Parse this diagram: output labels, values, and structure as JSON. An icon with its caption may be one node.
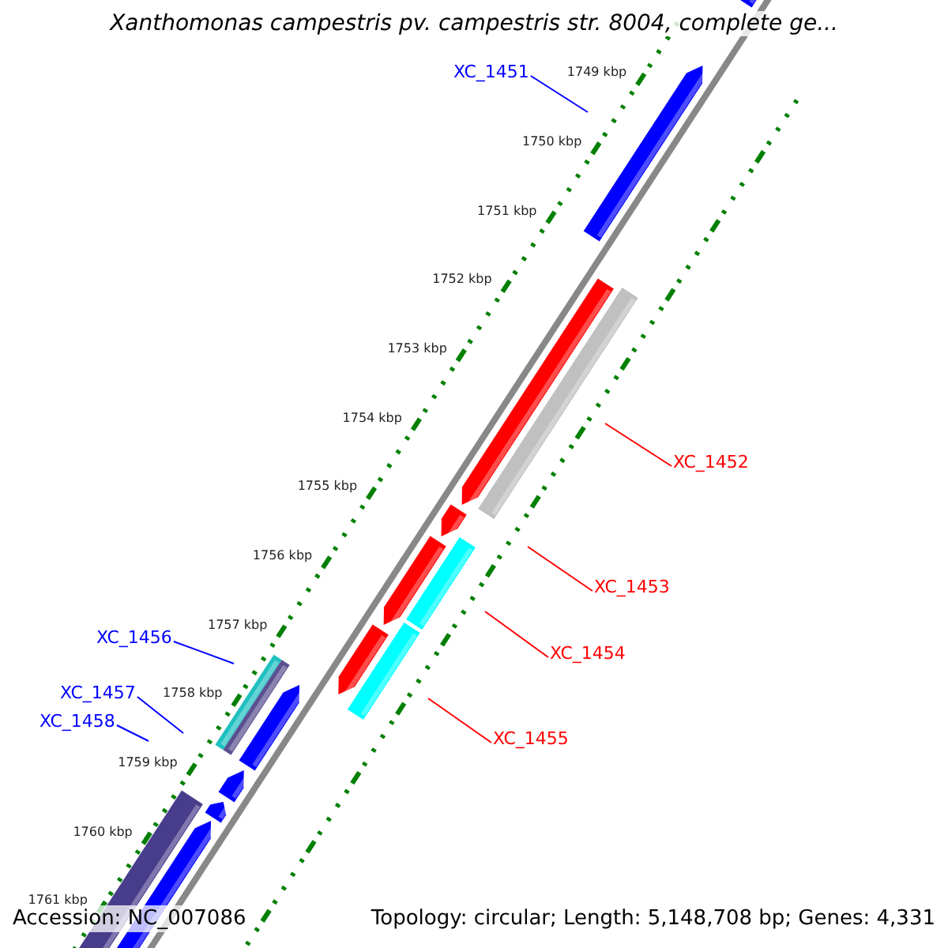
{
  "diagram": {
    "title": "Xanthomonas campestris pv. campestris str. 8004, complete ge...",
    "nodes": [
      {
        "text": [
          "XC_1451"
        ]
      },
      {
        "text": [
          "XC_1452"
        ]
      },
      {
        "text": [
          "XC_1453"
        ]
      },
      {
        "text": [
          "XC_1454"
        ]
      },
      {
        "text": [
          "XC_1455"
        ]
      },
      {
        "text": [
          "XC_1456"
        ]
      },
      {
        "text": [
          "XC_1457"
        ]
      },
      {
        "text": [
          "XC_1458"
        ]
      }
    ],
    "edges": [
      {
        "from": 0,
        "to": null,
        "arrow": "none"
      },
      {
        "from": 1,
        "to": null,
        "arrow": "none",
        "color": "#ff0000"
      },
      {
        "from": 2,
        "to": null,
        "arrow": "none",
        "color": "#ff0000"
      },
      {
        "from": 3,
        "to": null,
        "arrow": "none",
        "color": "#ff0000"
      },
      {
        "from": 4,
        "to": null,
        "arrow": "none",
        "color": "#ff0000"
      },
      {
        "from": 5,
        "to": null,
        "arrow": "none"
      },
      {
        "from": 6,
        "to": null,
        "arrow": "none"
      },
      {
        "from": 7,
        "to": null,
        "arrow": "none"
      }
    ],
    "labels": [
      "1749 kbp",
      "1750 kbp",
      "1751 kbp",
      "1752 kbp",
      "1753 kbp",
      "1754 kbp",
      "1755 kbp",
      "1756 kbp",
      "1757 kbp",
      "1758 kbp",
      "1759 kbp",
      "1760 kbp",
      "1761 kbp",
      "Accession: NC_007086",
      "Topology: circular; Length: 5,148,708 bp; Genes: 4,331"
    ]
  }
}
